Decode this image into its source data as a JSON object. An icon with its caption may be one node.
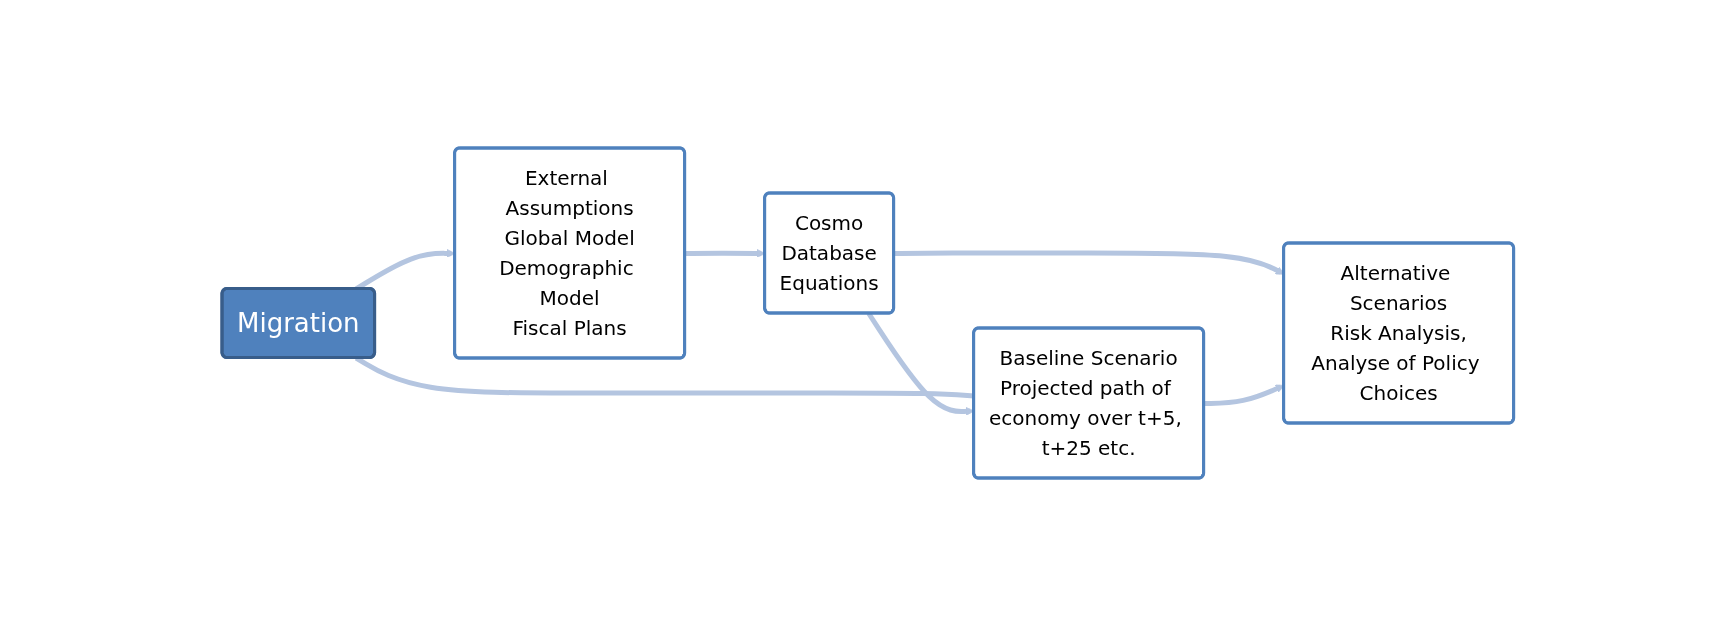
{
  "diagram": {
    "nodes": [
      {
        "text": [
          "Migration"
        ]
      },
      {
        "text": [
          "External Assumptions",
          "Global Model",
          "Demographic Model",
          "Fiscal Plans"
        ]
      },
      {
        "text": [
          "Cosmo",
          "Database",
          "Equations"
        ]
      },
      {
        "text": [
          "Baseline Scenario",
          "Projected path of economy over t+5, t+25 etc."
        ]
      },
      {
        "text": [
          "Alternative Scenarios",
          "Risk Analysis,",
          "Analyse of Policy Choices"
        ]
      }
    ],
    "edges": [
      {
        "from": 0,
        "to": 1,
        "arrow": "to"
      },
      {
        "from": 0,
        "to": 3,
        "arrow": "none"
      },
      {
        "from": 1,
        "to": 2,
        "arrow": "to"
      },
      {
        "from": 2,
        "to": 3,
        "arrow": "to"
      },
      {
        "from": 2,
        "to": 4,
        "arrow": "to"
      },
      {
        "from": 3,
        "to": 4,
        "arrow": "to"
      }
    ]
  }
}
